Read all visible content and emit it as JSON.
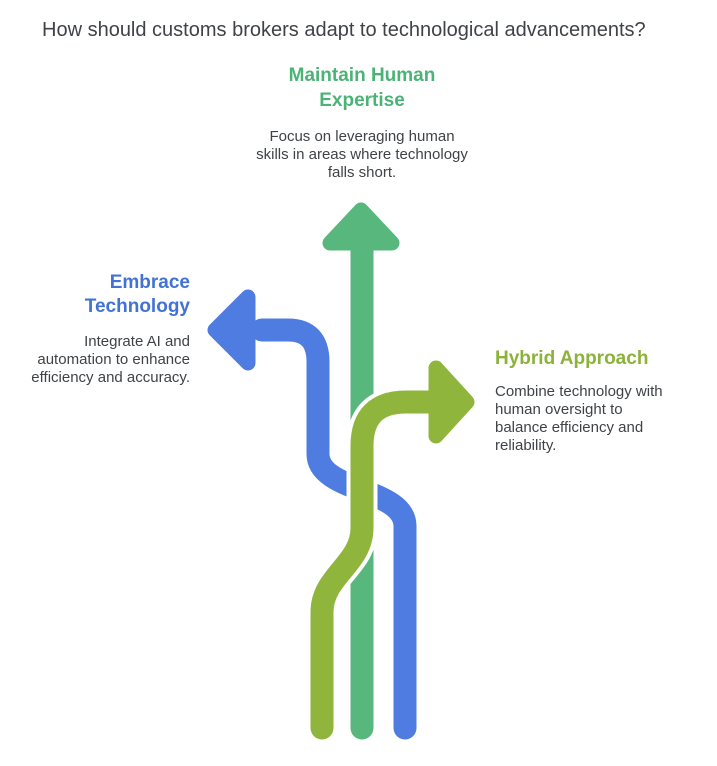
{
  "title": "How should customs brokers adapt to technological advancements?",
  "colors": {
    "green_arrow": "#57b77c",
    "blue_arrow": "#4e7ce0",
    "olive_arrow": "#90b53d",
    "green_heading": "#4cb377",
    "blue_heading": "#4273d4",
    "olive_heading": "#8cb23a",
    "body_text": "#3f4347"
  },
  "sections": {
    "maintain": {
      "heading_lines": [
        "Maintain Human",
        "Expertise"
      ],
      "desc_lines": [
        "Focus on leveraging human",
        "skills in areas where technology",
        "falls short."
      ]
    },
    "embrace": {
      "heading_lines": [
        "Embrace",
        "Technology"
      ],
      "desc_lines": [
        "Integrate AI and",
        "automation to enhance",
        "efficiency and accuracy."
      ]
    },
    "hybrid": {
      "heading_lines": [
        "Hybrid Approach"
      ],
      "desc_lines": [
        "Combine technology with",
        "human oversight to",
        "balance efficiency and",
        "reliability."
      ]
    }
  }
}
